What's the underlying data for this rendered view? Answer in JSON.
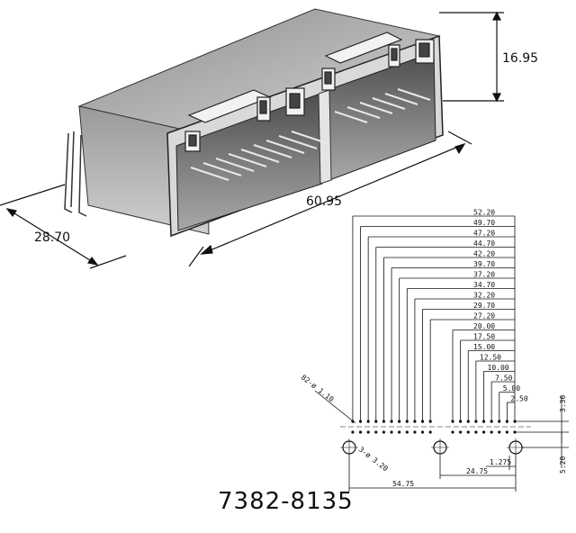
{
  "part_number": "7382-8135",
  "overall_dimensions": {
    "height": "16.95",
    "length": "60.95",
    "depth": "28.70"
  },
  "pin_position_dimensions": [
    "52.20",
    "49.70",
    "47.20",
    "44.70",
    "42.20",
    "39.70",
    "37.20",
    "34.70",
    "32.20",
    "29.70",
    "27.20",
    "20.00",
    "17.50",
    "15.00",
    "12.50",
    "10.00",
    "7.50",
    "5.00",
    "2.50"
  ],
  "pin_label": "82-ø 1.10",
  "hole_label": "3-ø 3.20",
  "row_pitch": "3.30",
  "bottom_dimensions": {
    "offset": "1.275",
    "mid": "24.75",
    "full": "54.75",
    "hole_offset": "5.20"
  },
  "colors": {
    "housing_light": "#e6e6e6",
    "housing_mid": "#bdbdbd",
    "housing_dark": "#7a7a7a",
    "ink": "#111111"
  }
}
